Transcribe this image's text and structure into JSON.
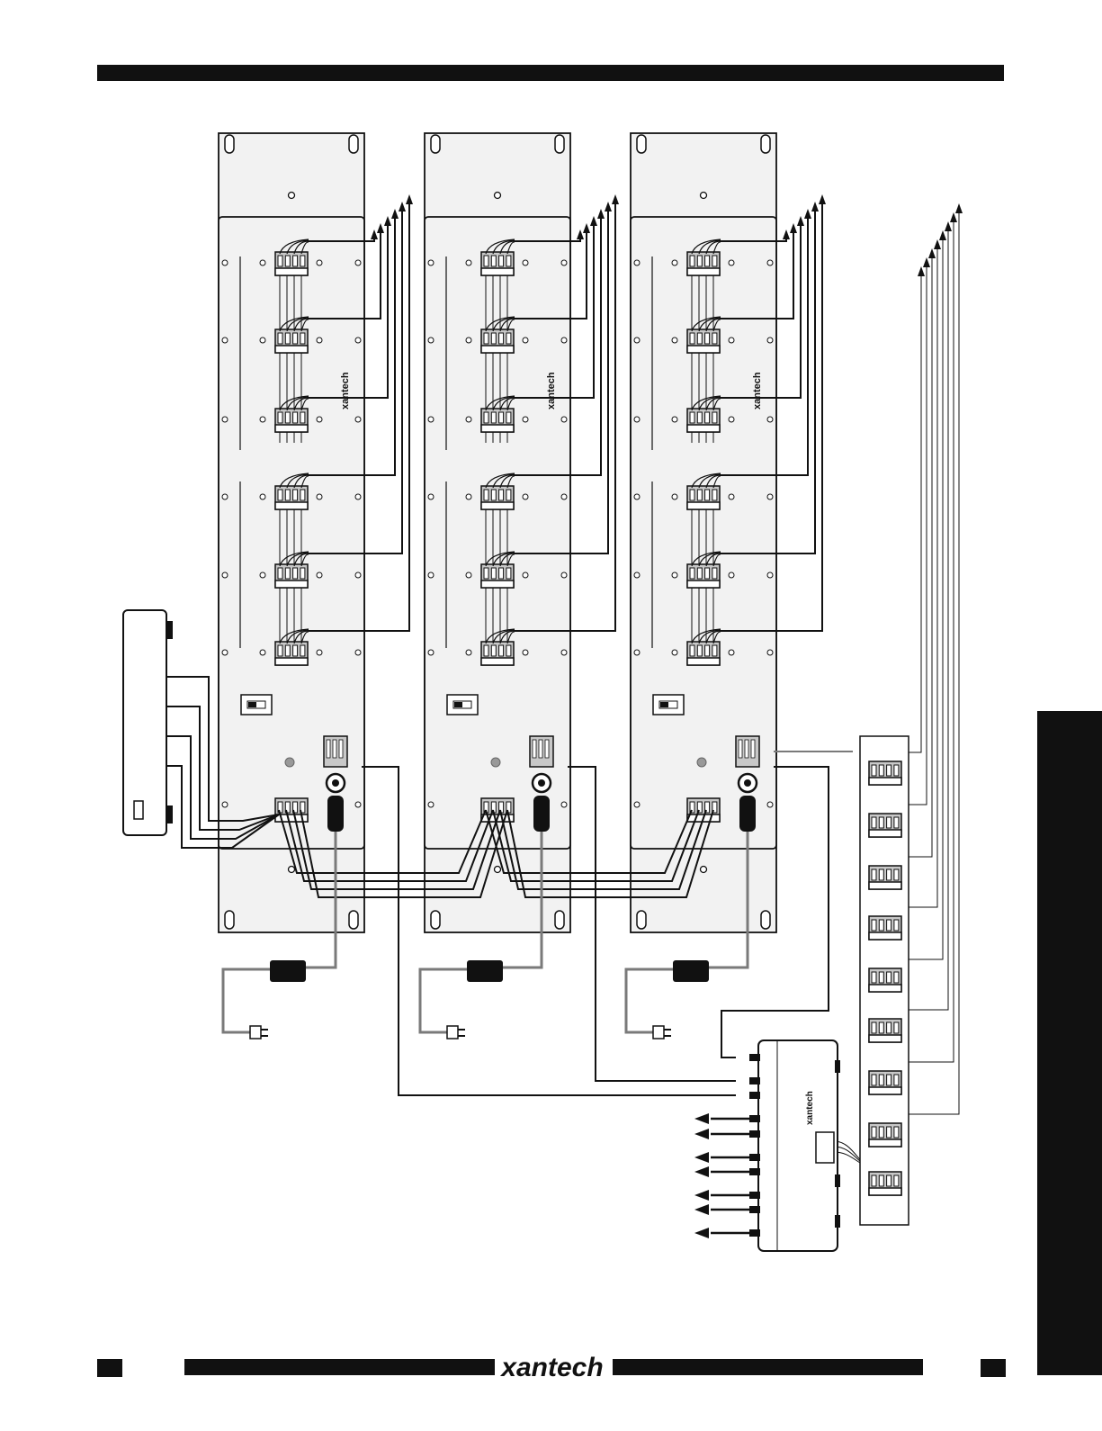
{
  "brand": {
    "panel_logo": "xantech",
    "module_logo": "xantech",
    "footer_logo": "xantech"
  },
  "diagram": {
    "num_panels": 3,
    "connectors_per_panel": 6,
    "num_power_supplies": 3,
    "strip_connectors": 9,
    "hub_emitter_arrows": 7
  },
  "colors": {
    "ink": "#111111",
    "panel_fill": "#f2f2f2",
    "wire_gray": "#7a7a7a",
    "connector_gray": "#c8c8c8",
    "background": "#ffffff"
  }
}
